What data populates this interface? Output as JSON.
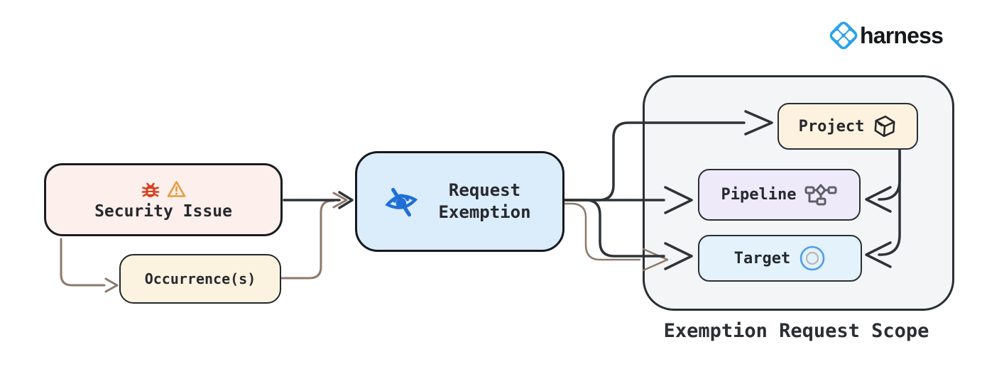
{
  "brand": {
    "name": "harness",
    "logo_color": "#29a3e9"
  },
  "flow": {
    "security_issue": {
      "label": "Security Issue",
      "bg": "#fdf0ec",
      "icons": [
        "bug-icon",
        "warning-icon"
      ]
    },
    "occurrences": {
      "label": "Occurrence(s)",
      "bg": "#fbf2e0"
    },
    "request_exemption": {
      "label": "Request Exemption",
      "bg": "#dbecfa",
      "icon": "eye-off-icon"
    }
  },
  "scope": {
    "title": "Exemption Request Scope",
    "bg": "#f4f5f7",
    "project": {
      "label": "Project",
      "bg": "#fcf2df",
      "icon": "package-icon"
    },
    "pipeline": {
      "label": "Pipeline",
      "bg": "#efeafa",
      "icon": "pipeline-icon"
    },
    "target": {
      "label": "Target",
      "bg": "#e4f2fc",
      "icon": "target-icon"
    }
  },
  "edges": [
    {
      "from": "security_issue",
      "to": "request_exemption",
      "style": "dark"
    },
    {
      "from": "security_issue",
      "to": "occurrences",
      "style": "brown"
    },
    {
      "from": "occurrences",
      "to": "request_exemption",
      "style": "brown"
    },
    {
      "from": "request_exemption",
      "to": "project",
      "style": "dark"
    },
    {
      "from": "request_exemption",
      "to": "pipeline",
      "style": "dark"
    },
    {
      "from": "request_exemption",
      "to": "target",
      "style": "dark"
    },
    {
      "from": "occurrences",
      "to": "target",
      "style": "brown"
    },
    {
      "from": "project",
      "to": "pipeline",
      "style": "dark"
    },
    {
      "from": "project",
      "to": "target",
      "style": "dark"
    }
  ],
  "colors": {
    "arrow_dark": "#2e3338",
    "arrow_brown": "#8d796c",
    "bug_red": "#d8411f",
    "warning_orange": "#e79a3c",
    "eye_blue": "#1f6fd6",
    "target_blue": "#4d9ee9",
    "pipeline_gray": "#5f5f68",
    "text_dark": "#26292e"
  }
}
